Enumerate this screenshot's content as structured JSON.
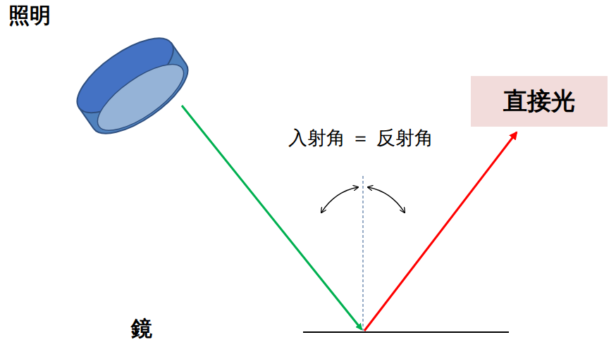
{
  "diagram": {
    "nodes": [
      {
        "text": [
          "直接光"
        ]
      }
    ],
    "labels": [
      "照明",
      "入射角 ＝ 反射角",
      "鏡"
    ]
  }
}
